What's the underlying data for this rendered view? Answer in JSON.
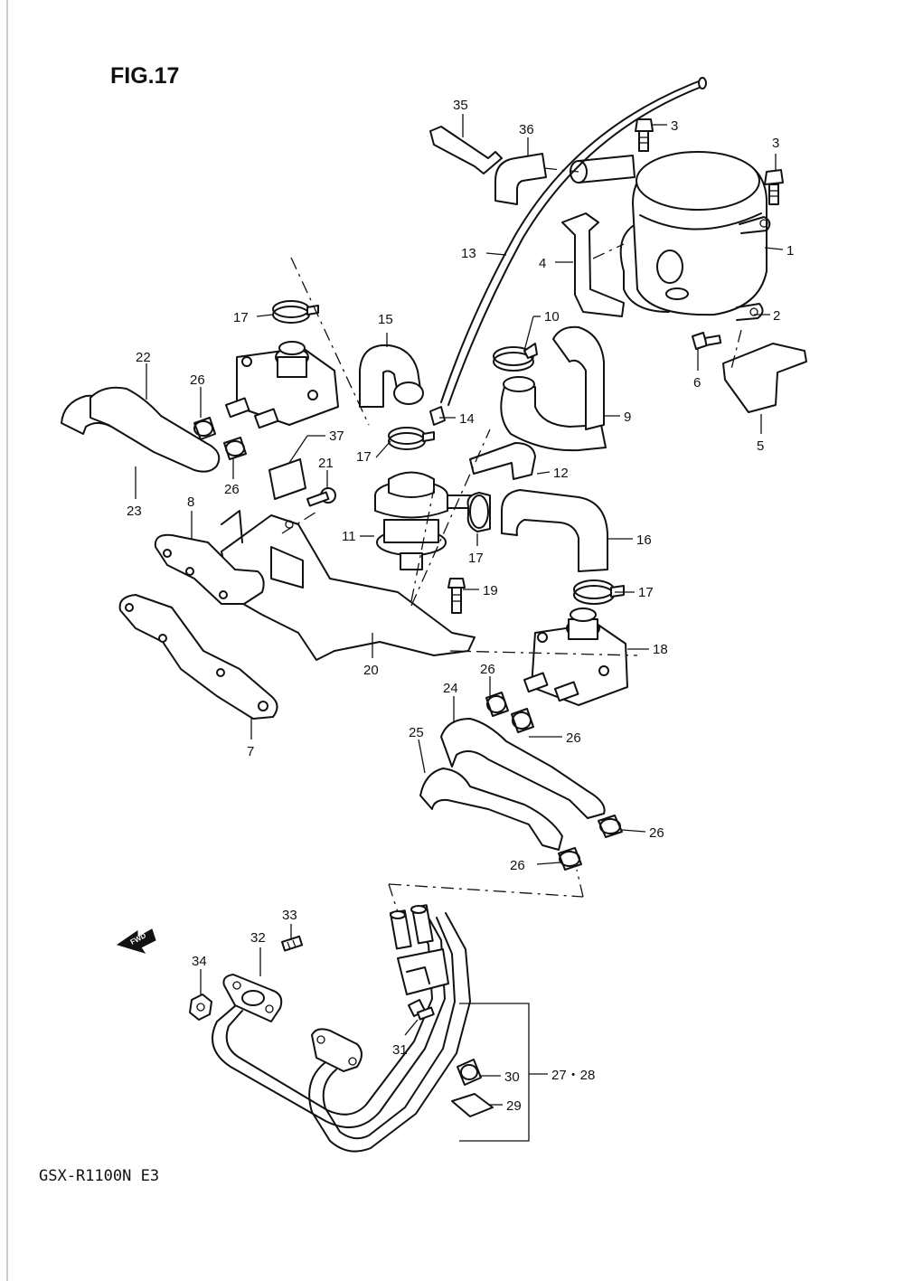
{
  "figure": {
    "title": "FIG.17",
    "model": "GSX-R1100N E3",
    "direction_marker": "FWD"
  },
  "callouts": {
    "c1": "1",
    "c2": "2",
    "c3a": "3",
    "c3b": "3",
    "c4": "4",
    "c5": "5",
    "c6": "6",
    "c7": "7",
    "c8": "8",
    "c9": "9",
    "c10": "10",
    "c11": "11",
    "c12": "12",
    "c13": "13",
    "c14": "14",
    "c15": "15",
    "c16": "16",
    "c17a": "17",
    "c17b": "17",
    "c17c": "17",
    "c17d": "17",
    "c18": "18",
    "c19": "19",
    "c20": "20",
    "c21": "21",
    "c22": "22",
    "c23": "23",
    "c24": "24",
    "c25": "25",
    "c26a": "26",
    "c26b": "26",
    "c26c": "26",
    "c26d": "26",
    "c26e": "26",
    "c26f": "26",
    "c2728": "27・28",
    "c29": "29",
    "c30": "30",
    "c31": "31",
    "c32": "32",
    "c33": "33",
    "c34": "34",
    "c35": "35",
    "c36": "36",
    "c37": "37"
  }
}
